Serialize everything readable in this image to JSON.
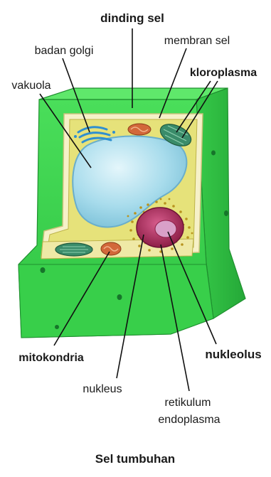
{
  "diagram": {
    "caption": "Sel tumbuhan",
    "labels": {
      "dinding_sel": "dinding sel",
      "badan_golgi": "badan golgi",
      "membran_sel": "membran sel",
      "vakuola": "vakuola",
      "kloroplasma": "kloroplasma",
      "mitokondria": "mitokondria",
      "nukleolus": "nukleolus",
      "nukleus": "nukleus",
      "retikulum_line1": "retikulum",
      "retikulum_line2": "endoplasma"
    },
    "colors": {
      "cell_wall": "#3fd64e",
      "cell_wall_dark": "#22a236",
      "cytoplasm": "#e6e27a",
      "vacuole": "#a8dcec",
      "nucleus": "#b0305e",
      "nucleolus": "#d9a0c8",
      "golgi": "#2f8fd0",
      "mitochondria": "#d2683a",
      "chloroplast": "#3a8c6a"
    }
  }
}
